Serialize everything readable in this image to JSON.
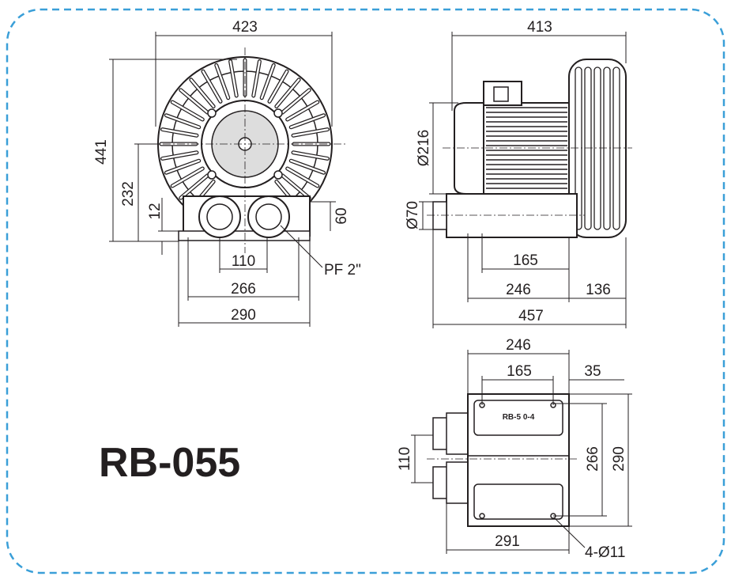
{
  "model": "RB-055",
  "nameplate": "RB-5 0-4",
  "border_color": "#3a9fd8",
  "front_view": {
    "width": "423",
    "height": "441",
    "center_height": "232",
    "base_offset": "12",
    "outlet_height": "60",
    "port_spacing": "110",
    "mount_inner": "266",
    "mount_outer": "290",
    "port_label": "PF 2\""
  },
  "side_view": {
    "width": "413",
    "motor_dia": "Ø216",
    "pipe_dia": "Ø70",
    "hole_spacing": "165",
    "base_length": "246",
    "blower_depth": "136",
    "total_length": "457"
  },
  "top_view": {
    "base_length": "246",
    "hole_spacing": "165",
    "edge_offset": "35",
    "port_spacing": "110",
    "mount_inner": "266",
    "mount_outer": "290",
    "body_length": "291",
    "holes": "4-Ø11"
  }
}
